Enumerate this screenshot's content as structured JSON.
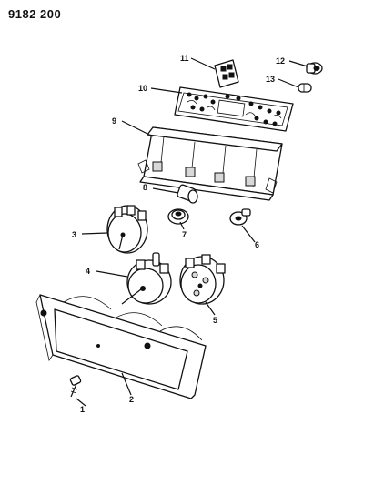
{
  "document": {
    "code": "9182 200"
  },
  "callouts": [
    {
      "id": "c1",
      "label": "1"
    },
    {
      "id": "c2",
      "label": "2"
    },
    {
      "id": "c3",
      "label": "3"
    },
    {
      "id": "c4",
      "label": "4"
    },
    {
      "id": "c5",
      "label": "5"
    },
    {
      "id": "c6",
      "label": "6"
    },
    {
      "id": "c7",
      "label": "7"
    },
    {
      "id": "c8",
      "label": "8"
    },
    {
      "id": "c9",
      "label": "9"
    },
    {
      "id": "c10",
      "label": "10"
    },
    {
      "id": "c11",
      "label": "11"
    },
    {
      "id": "c12",
      "label": "12"
    },
    {
      "id": "c13",
      "label": "13"
    }
  ]
}
